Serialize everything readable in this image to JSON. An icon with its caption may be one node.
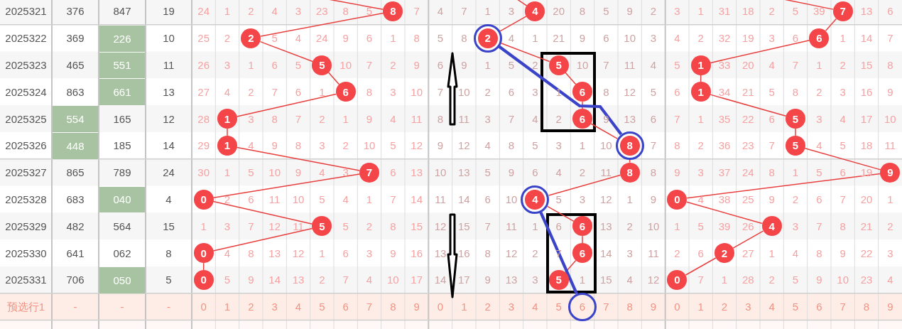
{
  "diagram": {
    "nodes": [
      {
        "text": [
          "8"
        ]
      },
      {
        "text": [
          "4"
        ]
      },
      {
        "text": [
          "7"
        ]
      },
      {
        "text": [
          "2"
        ]
      },
      {
        "text": [
          "2"
        ]
      },
      {
        "text": [
          "6"
        ]
      },
      {
        "text": [
          "5"
        ]
      },
      {
        "text": [
          "5"
        ]
      },
      {
        "text": [
          "1"
        ]
      },
      {
        "text": [
          "6"
        ]
      },
      {
        "text": [
          "6"
        ]
      },
      {
        "text": [
          "1"
        ]
      },
      {
        "text": [
          "1"
        ]
      },
      {
        "text": [
          "6"
        ]
      },
      {
        "text": [
          "5"
        ]
      },
      {
        "text": [
          "1"
        ]
      },
      {
        "text": [
          "8"
        ]
      },
      {
        "text": [
          "5"
        ]
      },
      {
        "text": [
          "7"
        ]
      },
      {
        "text": [
          "8"
        ]
      },
      {
        "text": [
          "9"
        ]
      },
      {
        "text": [
          "0"
        ]
      },
      {
        "text": [
          "4"
        ]
      },
      {
        "text": [
          "0"
        ]
      },
      {
        "text": [
          "5"
        ]
      },
      {
        "text": [
          "6"
        ]
      },
      {
        "text": [
          "4"
        ]
      },
      {
        "text": [
          "0"
        ]
      },
      {
        "text": [
          "6"
        ]
      },
      {
        "text": [
          "2"
        ]
      },
      {
        "text": [
          "0"
        ]
      },
      {
        "text": [
          "5"
        ]
      },
      {
        "text": [
          "0"
        ]
      },
      {
        "text": [
          "6"
        ]
      }
    ],
    "edges": [
      {
        "from": null,
        "to": 0,
        "arrow": "none"
      },
      {
        "from": null,
        "to": 1,
        "arrow": "none"
      },
      {
        "from": null,
        "to": 2,
        "arrow": "none"
      },
      {
        "from": 0,
        "to": 3,
        "arrow": "none"
      },
      {
        "from": 1,
        "to": 4,
        "arrow": "none"
      },
      {
        "from": 2,
        "to": 5,
        "arrow": "none"
      },
      {
        "from": 3,
        "to": 6,
        "arrow": "none"
      },
      {
        "from": 4,
        "to": 7,
        "arrow": "none"
      },
      {
        "from": 5,
        "to": 8,
        "arrow": "none"
      },
      {
        "from": 6,
        "to": 9,
        "arrow": "none"
      },
      {
        "from": 7,
        "to": 10,
        "arrow": "none"
      },
      {
        "from": 8,
        "to": 11,
        "arrow": "none"
      },
      {
        "from": 9,
        "to": 12,
        "arrow": "none"
      },
      {
        "from": 10,
        "to": 13,
        "arrow": "none"
      },
      {
        "from": 11,
        "to": 14,
        "arrow": "none"
      },
      {
        "from": 12,
        "to": 15,
        "arrow": "none"
      },
      {
        "from": 13,
        "to": 16,
        "arrow": "none"
      },
      {
        "from": 14,
        "to": 17,
        "arrow": "none"
      },
      {
        "from": 15,
        "to": 18,
        "arrow": "none"
      },
      {
        "from": 16,
        "to": 19,
        "arrow": "none"
      },
      {
        "from": 17,
        "to": 20,
        "arrow": "none"
      },
      {
        "from": 18,
        "to": 21,
        "arrow": "none"
      },
      {
        "from": 19,
        "to": 22,
        "arrow": "none"
      },
      {
        "from": 20,
        "to": 23,
        "arrow": "none"
      },
      {
        "from": 21,
        "to": 24,
        "arrow": "none"
      },
      {
        "from": 22,
        "to": 25,
        "arrow": "none"
      },
      {
        "from": 23,
        "to": 26,
        "arrow": "none"
      },
      {
        "from": 24,
        "to": 27,
        "arrow": "none"
      },
      {
        "from": 25,
        "to": 28,
        "arrow": "none"
      },
      {
        "from": 26,
        "to": 29,
        "arrow": "none"
      },
      {
        "from": 27,
        "to": 30,
        "arrow": "none"
      },
      {
        "from": 28,
        "to": 31,
        "arrow": "none"
      },
      {
        "from": 29,
        "to": 32,
        "arrow": "none"
      },
      {
        "from": 4,
        "to": 16,
        "arrow": "none",
        "style": "thick",
        "color": "#3b44c8"
      },
      {
        "from": 22,
        "to": 33,
        "arrow": "none",
        "style": "thick",
        "color": "#3b44c8"
      }
    ],
    "labels": [
      "2025321",
      "376",
      "847",
      "19",
      "24",
      "1",
      "2",
      "4",
      "3",
      "23",
      "8",
      "5",
      "7",
      "4",
      "7",
      "1",
      "3",
      "20",
      "8",
      "5",
      "9",
      "2",
      "3",
      "1",
      "31",
      "18",
      "2",
      "5",
      "39",
      "13",
      "6",
      "2025322",
      "369",
      "226",
      "10",
      "25",
      "2",
      "5",
      "4",
      "24",
      "9",
      "6",
      "1",
      "8",
      "5",
      "8",
      "4",
      "1",
      "21",
      "9",
      "6",
      "10",
      "3",
      "4",
      "2",
      "32",
      "19",
      "3",
      "6",
      "1",
      "14",
      "7",
      "2025323",
      "465",
      "551",
      "11",
      "26",
      "3",
      "1",
      "6",
      "5",
      "10",
      "7",
      "2",
      "9",
      "6",
      "9",
      "1",
      "5",
      "2",
      "10",
      "7",
      "11",
      "4",
      "5",
      "33",
      "20",
      "4",
      "7",
      "1",
      "2",
      "15",
      "8",
      "2025324",
      "863",
      "661",
      "13",
      "27",
      "4",
      "2",
      "7",
      "6",
      "1",
      "8",
      "3",
      "10",
      "7",
      "10",
      "2",
      "6",
      "3",
      "1",
      "8",
      "12",
      "5",
      "6",
      "34",
      "21",
      "5",
      "8",
      "2",
      "3",
      "16",
      "9",
      "2025325",
      "554",
      "165",
      "12",
      "28",
      "3",
      "8",
      "7",
      "2",
      "1",
      "9",
      "4",
      "11",
      "8",
      "11",
      "3",
      "7",
      "4",
      "2",
      "9",
      "13",
      "6",
      "7",
      "1",
      "35",
      "22",
      "6",
      "3",
      "4",
      "17",
      "10",
      "2025326",
      "448",
      "185",
      "14",
      "29",
      "4",
      "9",
      "8",
      "3",
      "2",
      "10",
      "5",
      "12",
      "9",
      "12",
      "4",
      "8",
      "5",
      "3",
      "1",
      "10",
      "7",
      "8",
      "2",
      "36",
      "23",
      "7",
      "4",
      "5",
      "18",
      "11",
      "2025327",
      "865",
      "789",
      "24",
      "30",
      "1",
      "5",
      "10",
      "9",
      "4",
      "3",
      "6",
      "13",
      "10",
      "13",
      "5",
      "9",
      "6",
      "4",
      "2",
      "11",
      "8",
      "9",
      "3",
      "37",
      "24",
      "8",
      "1",
      "5",
      "6",
      "19",
      "2025328",
      "683",
      "040",
      "4",
      "2",
      "6",
      "11",
      "10",
      "5",
      "4",
      "1",
      "7",
      "14",
      "11",
      "14",
      "6",
      "10",
      "5",
      "3",
      "12",
      "1",
      "9",
      "4",
      "38",
      "25",
      "9",
      "2",
      "6",
      "7",
      "20",
      "1",
      "2025329",
      "482",
      "564",
      "15",
      "1",
      "3",
      "7",
      "12",
      "11",
      "5",
      "2",
      "8",
      "15",
      "12",
      "15",
      "7",
      "11",
      "1",
      "6",
      "13",
      "2",
      "10",
      "1",
      "5",
      "39",
      "26",
      "3",
      "7",
      "8",
      "21",
      "2",
      "2025330",
      "641",
      "062",
      "8",
      "4",
      "8",
      "13",
      "12",
      "1",
      "6",
      "3",
      "9",
      "16",
      "13",
      "16",
      "8",
      "12",
      "2",
      "7",
      "14",
      "3",
      "11",
      "2",
      "6",
      "27",
      "1",
      "4",
      "8",
      "9",
      "22",
      "3",
      "2025331",
      "706",
      "050",
      "5",
      "5",
      "9",
      "14",
      "13",
      "2",
      "7",
      "4",
      "10",
      "17",
      "14",
      "17",
      "9",
      "13",
      "3",
      "1",
      "15",
      "4",
      "12",
      "7",
      "1",
      "28",
      "2",
      "5",
      "9",
      "10",
      "23",
      "4",
      "预选行1",
      "-",
      "-",
      "-",
      "0",
      "1",
      "2",
      "3",
      "4",
      "5",
      "6",
      "7",
      "8",
      "9",
      "0",
      "1",
      "2",
      "3",
      "4",
      "5",
      "7",
      "8",
      "9",
      "0",
      "1",
      "2",
      "3",
      "4",
      "5",
      "6",
      "7",
      "8",
      "9"
    ]
  }
}
